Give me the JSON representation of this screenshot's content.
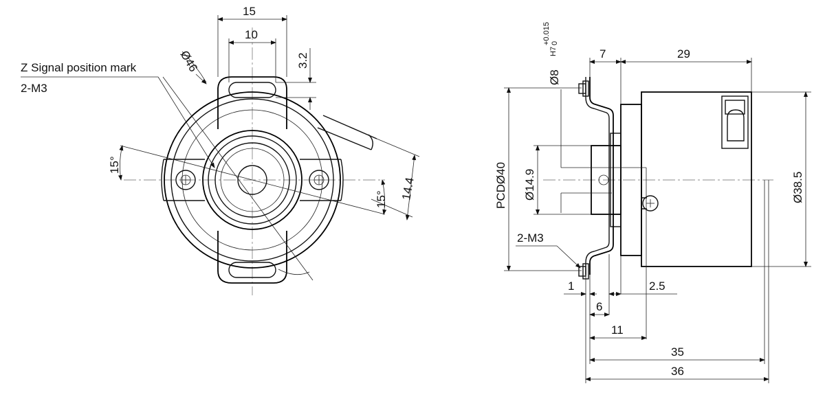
{
  "front_view": {
    "dim_15": "15",
    "dim_10": "10",
    "dim_3_2": "3.2",
    "dim_phi46": "Ø46",
    "angle_left": "15°",
    "angle_right": "15°",
    "dim_14_4": "14.4",
    "label_z_signal": "Z Signal position mark",
    "label_2m3": "2-M3"
  },
  "side_view": {
    "dim_phi8": "Ø8",
    "tol_h7": "H7",
    "tol_upper": "+0.015",
    "tol_lower": "0",
    "dim_7": "7",
    "dim_29": "29",
    "dim_pcd40": "PCDØ40",
    "dim_phi14_9": "Ø14.9",
    "dim_phi38_5": "Ø38.5",
    "label_2m3": "2-M3",
    "dim_1": "1",
    "dim_2_5": "2.5",
    "dim_6": "6",
    "dim_11": "11",
    "dim_35": "35",
    "dim_36": "36"
  }
}
